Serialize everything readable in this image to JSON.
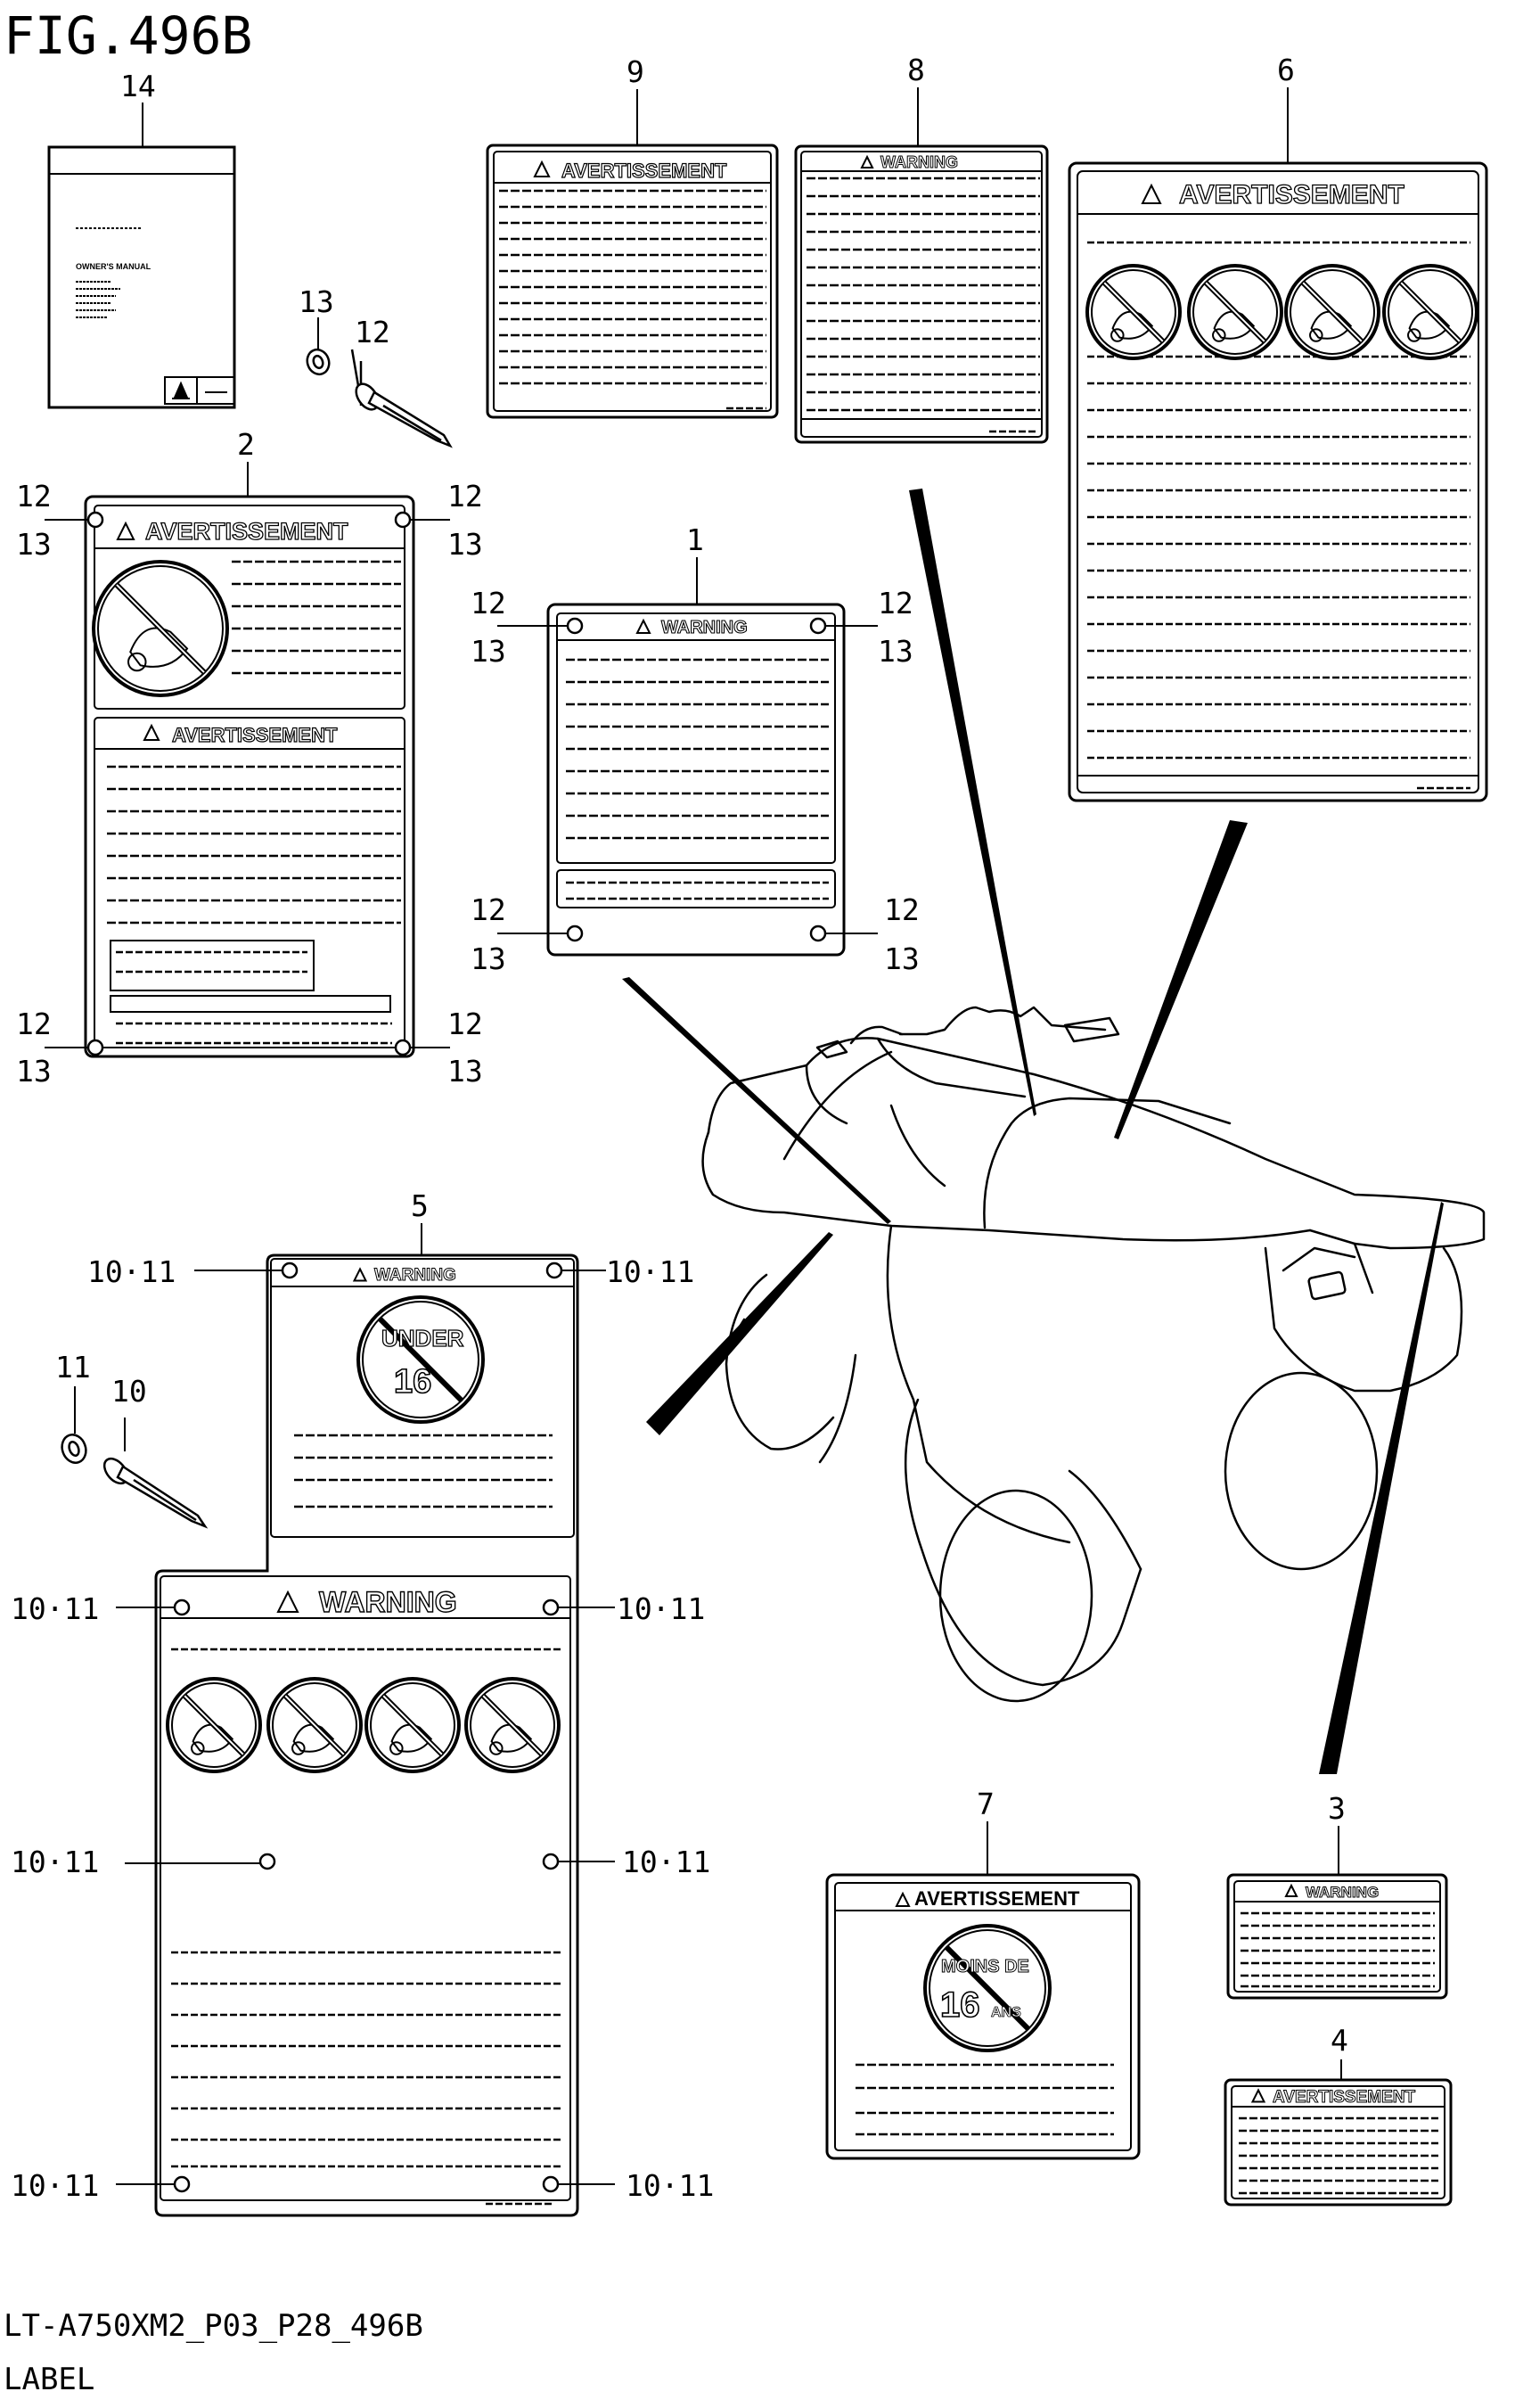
{
  "figure": {
    "title": "FIG.496B"
  },
  "footer": {
    "model_code": "LT-A750XM2_P03_P28_496B",
    "caption": "LABEL"
  },
  "warn_en": "WARNING",
  "warn_fr": "AVERTISSEMENT",
  "manual_title": "OWNER'S MANUAL",
  "labels": {
    "l5_under": "UNDER",
    "l5_age": "16",
    "l7_moins": "MOINS DE",
    "l7_age": "16",
    "l7_ans": "ANS"
  },
  "callouts": {
    "c1": "1",
    "c2": "2",
    "c3": "3",
    "c4": "4",
    "c5": "5",
    "c6": "6",
    "c7": "7",
    "c8": "8",
    "c9": "9",
    "c10": "10",
    "c11": "11",
    "c12": "12",
    "c13": "13",
    "c14": "14",
    "pair_1011": "10·11"
  }
}
